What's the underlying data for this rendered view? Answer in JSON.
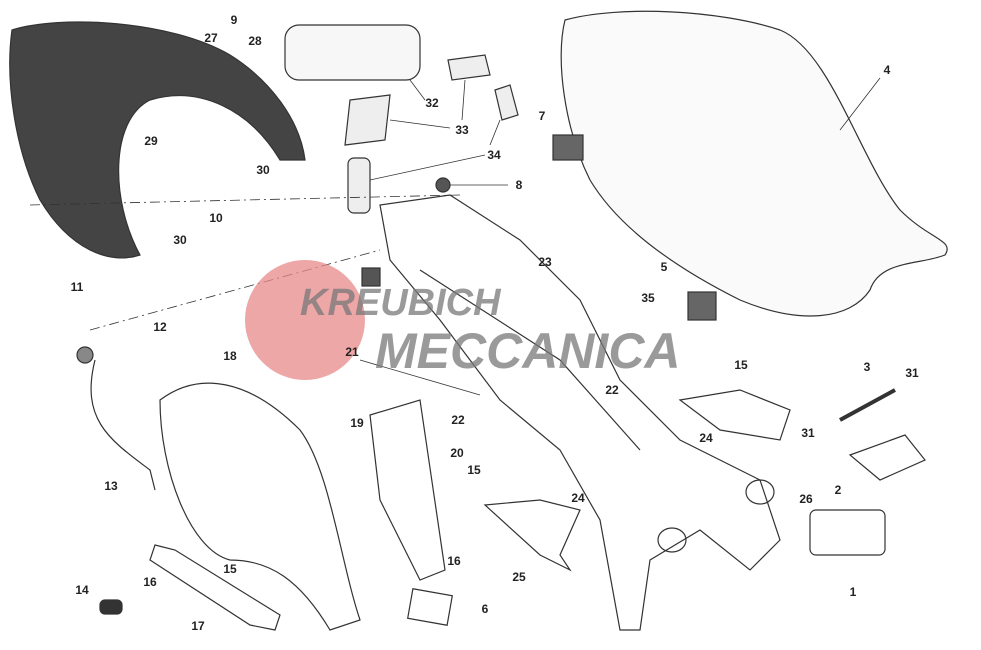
{
  "diagram": {
    "title": "Seat and rear subframe exploded parts view",
    "watermark": {
      "line1": "KREUBICH",
      "line2": "MECCANICA",
      "color": "#e88a8a"
    },
    "callouts": [
      "9",
      "27",
      "28",
      "32",
      "33",
      "34",
      "7",
      "4",
      "8",
      "29",
      "30",
      "10",
      "30",
      "11",
      "12",
      "23",
      "5",
      "35",
      "21",
      "22",
      "15",
      "3",
      "31",
      "18",
      "19",
      "22",
      "20",
      "15",
      "24",
      "31",
      "26",
      "2",
      "13",
      "24",
      "16",
      "25",
      "15",
      "16",
      "14",
      "17",
      "6",
      "1"
    ]
  }
}
